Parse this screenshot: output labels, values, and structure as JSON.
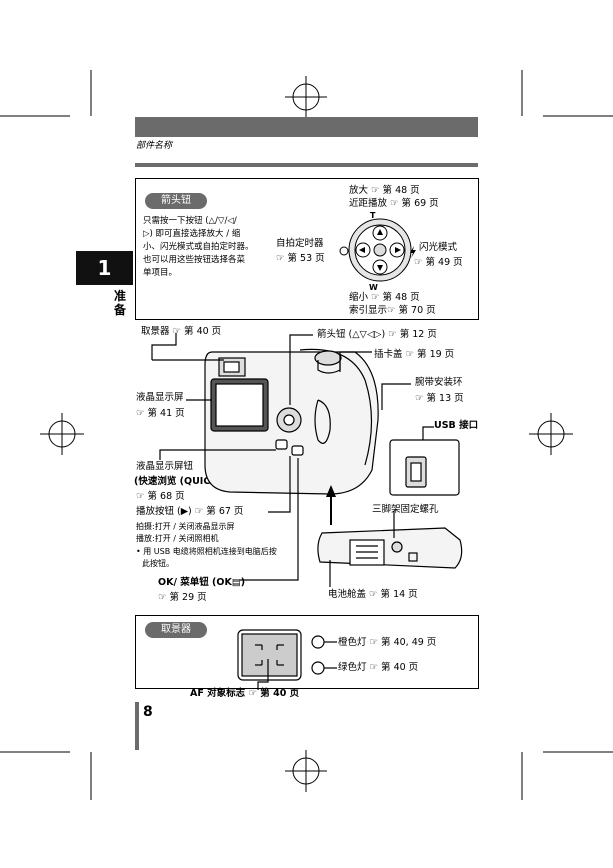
{
  "header": {
    "section_title": "部件名称"
  },
  "chapter": {
    "number": "1",
    "title_line1": "准",
    "title_line2": "备"
  },
  "ref_symbol": "☞",
  "arrow_box": {
    "pill_label": "箭头钮",
    "desc_lines": [
      "只需按一下按钮 (△/▽/◁/",
      "▷) 即可直接选择放大 / 缩",
      "小、闪光模式或自拍定时器。",
      "也可以用这些按钮选择各菜",
      "单项目。"
    ],
    "zoom_in": "放大 ☞ 第 48 页",
    "closeup": "近距播放 ☞ 第 69 页",
    "self_timer": "自拍定时器",
    "self_timer_ref": "☞ 第 53 页",
    "flash_mode": "闪光模式",
    "flash_ref": "☞ 第 49 页",
    "zoom_out": "缩小 ☞ 第 48 页",
    "index_display": "索引显示☞ 第 70 页",
    "t_label": "T",
    "w_label": "W"
  },
  "camera_labels": {
    "viewfinder": "取景器 ☞ 第 40 页",
    "arrow_pad": "箭头钮 (△▽◁▷) ☞ 第 12 页",
    "card_cover": "插卡盖 ☞ 第 19 页",
    "strap_eyelet": "腕带安装环",
    "strap_ref": "☞ 第 13 页",
    "usb": "USB 接口",
    "lcd": "液晶显示屏",
    "lcd_ref": "☞ 第 41 页",
    "lcd_button": "液晶显示屏钮",
    "quick_view": "(快速浏览 (QUICK VIEW) ▣)",
    "quick_view_ref": "☞ 第 68 页",
    "play_button": "播放按钮 (▶) ☞ 第 67 页",
    "shooting_note": "拍摄:打开 / 关闭液晶显示屏",
    "playback_note": "播放:打开 / 关闭照相机",
    "usb_note_line1": "• 用 USB 电缆将照相机连接到电脑后按",
    "usb_note_line2": "此按钮。",
    "tripod": "三脚架固定螺孔",
    "ok_menu": "OK/ 菜单钮 (OK▤)",
    "ok_menu_ref": "☞ 第 29 页",
    "battery_cover": "电池舱盖 ☞ 第 14 页"
  },
  "viewfinder_box": {
    "pill_label": "取景器",
    "orange_lamp": "橙色灯 ☞ 第 40, 49 页",
    "green_lamp": "绿色灯 ☞ 第 40 页",
    "af_mark": "AF 对象标志 ☞ 第 40 页"
  },
  "page_number": "8"
}
